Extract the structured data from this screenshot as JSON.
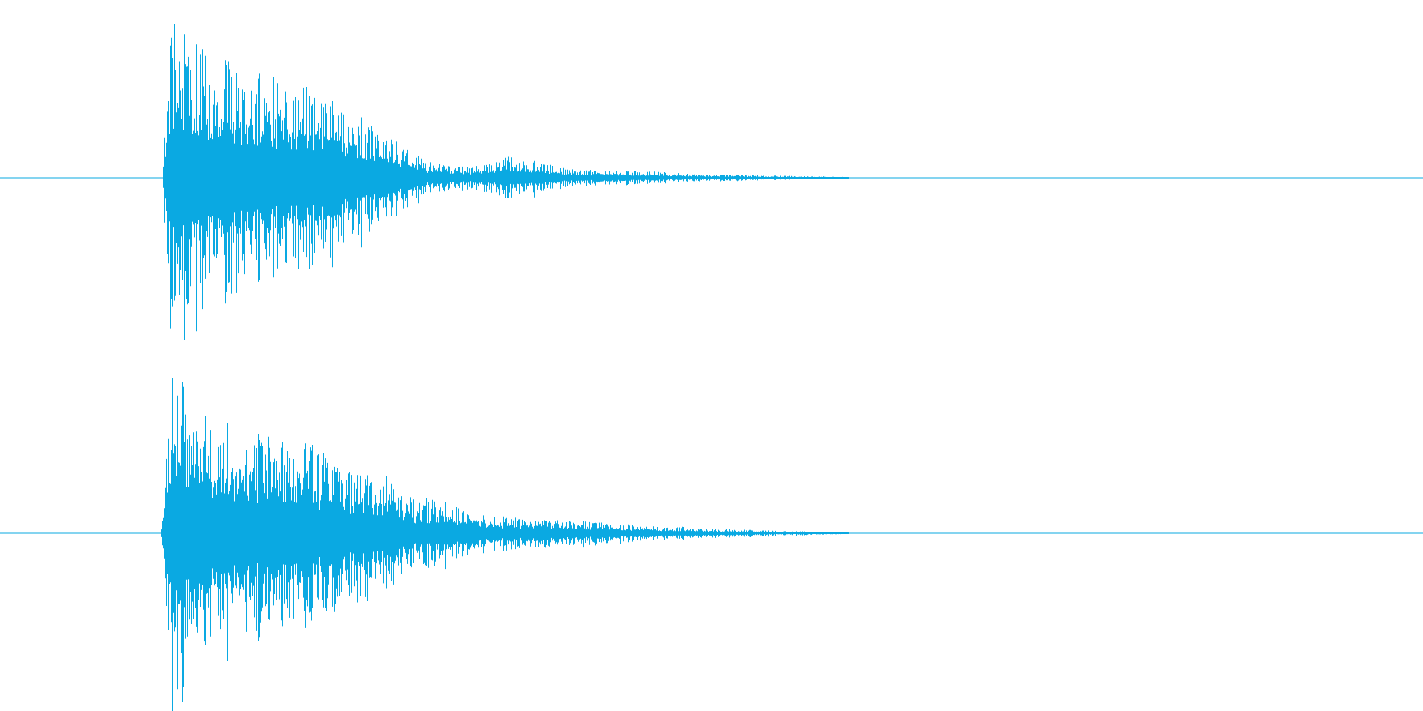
{
  "colors": {
    "background": "#ffffff",
    "waveform": "#0aa9e2"
  },
  "chart_data": {
    "type": "area",
    "title": "",
    "xlabel": "",
    "ylabel": "",
    "grid": false,
    "channels": [
      {
        "amplitude_range": [
          -1,
          1
        ],
        "envelope_x": [
          0,
          0.114,
          0.12,
          0.13,
          0.15,
          0.18,
          0.21,
          0.25,
          0.28,
          0.3,
          0.33,
          0.36,
          0.4,
          0.45,
          0.5,
          0.55,
          0.59,
          0.6,
          1.0
        ],
        "envelope_y": [
          0,
          0,
          1.0,
          0.86,
          0.72,
          0.62,
          0.56,
          0.4,
          0.22,
          0.1,
          0.06,
          0.13,
          0.05,
          0.04,
          0.02,
          0.012,
          0.006,
          0,
          0
        ]
      },
      {
        "amplitude_range": [
          -1,
          1
        ],
        "envelope_x": [
          0,
          0.113,
          0.118,
          0.13,
          0.15,
          0.18,
          0.21,
          0.24,
          0.27,
          0.29,
          0.31,
          0.33,
          0.36,
          0.4,
          0.45,
          0.5,
          0.55,
          0.59,
          0.6,
          1.0
        ],
        "envelope_y": [
          0,
          0,
          1.0,
          0.88,
          0.72,
          0.6,
          0.6,
          0.38,
          0.36,
          0.2,
          0.22,
          0.11,
          0.1,
          0.08,
          0.05,
          0.03,
          0.015,
          0.006,
          0,
          0
        ]
      }
    ]
  }
}
